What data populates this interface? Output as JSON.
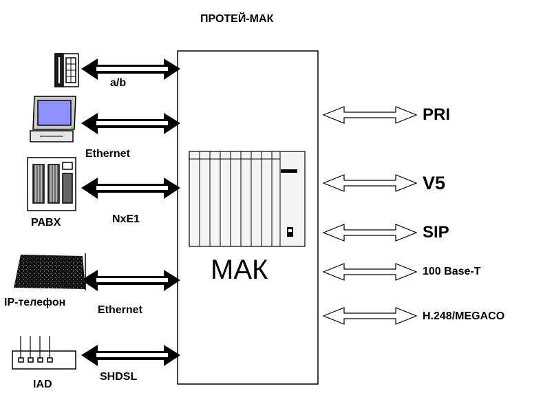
{
  "title": "ПРОТЕЙ-МАК",
  "center_box": {
    "label": "МАК"
  },
  "left_links": [
    {
      "label": "a/b"
    },
    {
      "label": "Ethernet"
    },
    {
      "label": "NxE1"
    },
    {
      "label": "Ethernet"
    },
    {
      "label": "SHDSL"
    }
  ],
  "devices": {
    "pabx": "PABX",
    "ip_phone": "IP-телефон",
    "iad": "IAD"
  },
  "right_interfaces": [
    {
      "label": "PRI"
    },
    {
      "label": "V5"
    },
    {
      "label": "SIP"
    },
    {
      "label": "100 Base-T"
    },
    {
      "label": "H.248/MEGACO"
    }
  ]
}
